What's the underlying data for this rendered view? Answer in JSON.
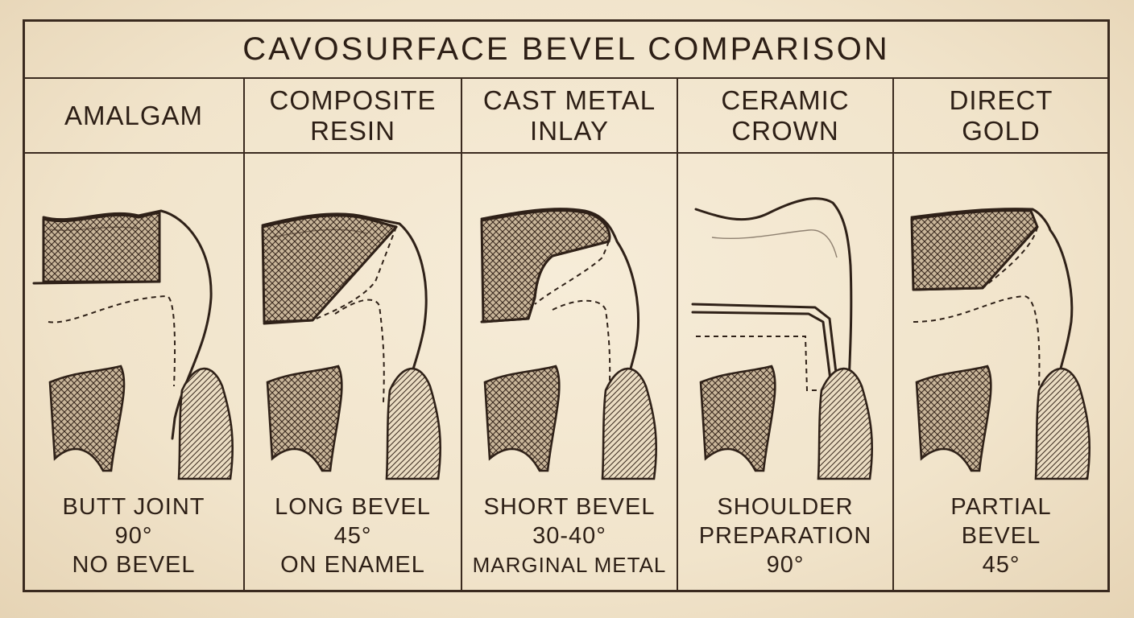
{
  "title": "CAVOSURFACE BEVEL COMPARISON",
  "columns": [
    {
      "heading": [
        "AMALGAM"
      ],
      "caption": [
        "BUTT JOINT",
        "90°",
        "NO BEVEL"
      ],
      "margin_type": "butt-joint"
    },
    {
      "heading": [
        "COMPOSITE",
        "RESIN"
      ],
      "caption": [
        "LONG BEVEL",
        "45°",
        "ON ENAMEL"
      ],
      "margin_type": "long-bevel"
    },
    {
      "heading": [
        "CAST METAL",
        "INLAY"
      ],
      "caption": [
        "SHORT BEVEL",
        "30-40°",
        "MARGINAL METAL"
      ],
      "margin_type": "short-bevel"
    },
    {
      "heading": [
        "CERAMIC",
        "CROWN"
      ],
      "caption": [
        "SHOULDER",
        "PREPARATION",
        "90°"
      ],
      "margin_type": "shoulder"
    },
    {
      "heading": [
        "DIRECT",
        "GOLD"
      ],
      "caption": [
        "PARTIAL",
        "BEVEL",
        "45°"
      ],
      "margin_type": "partial-bevel"
    }
  ],
  "colors": {
    "paper": "#f3e8d2",
    "ink": "#2f2118",
    "border": "#3a2a1f"
  }
}
